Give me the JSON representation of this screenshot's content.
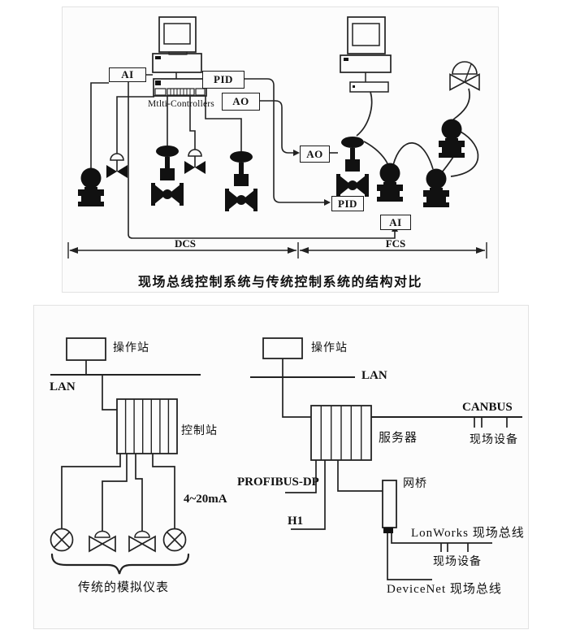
{
  "figure1": {
    "caption": "现场总线控制系统与传统控制系统的结构对比",
    "ai_top": "AI",
    "pid_top": "PID",
    "ao_top": "AO",
    "controllers": "Mtlti-Controllers",
    "ao_field": "AO",
    "pid_field": "PID",
    "ai_field": "AI",
    "dcs": "DCS",
    "fcs": "FCS"
  },
  "figure2": {
    "left": {
      "station": "操作站",
      "lan": "LAN",
      "controller": "控制站",
      "signal": "4~20mA",
      "brace_label": "传统的模拟仪表"
    },
    "right": {
      "station": "操作站",
      "lan": "LAN",
      "server": "服务器",
      "canbus": "CANBUS",
      "canbus_devices": "现场设备",
      "profibus": "PROFIBUS-DP",
      "h1": "H1",
      "bridge": "网桥",
      "lonworks": "LonWorks 现场总线",
      "lonworks_devices": "现场设备",
      "devicenet": "DeviceNet 现场总线"
    }
  },
  "colors": {
    "ink": "#1a1a1a",
    "panel": "#fcfcfc"
  }
}
